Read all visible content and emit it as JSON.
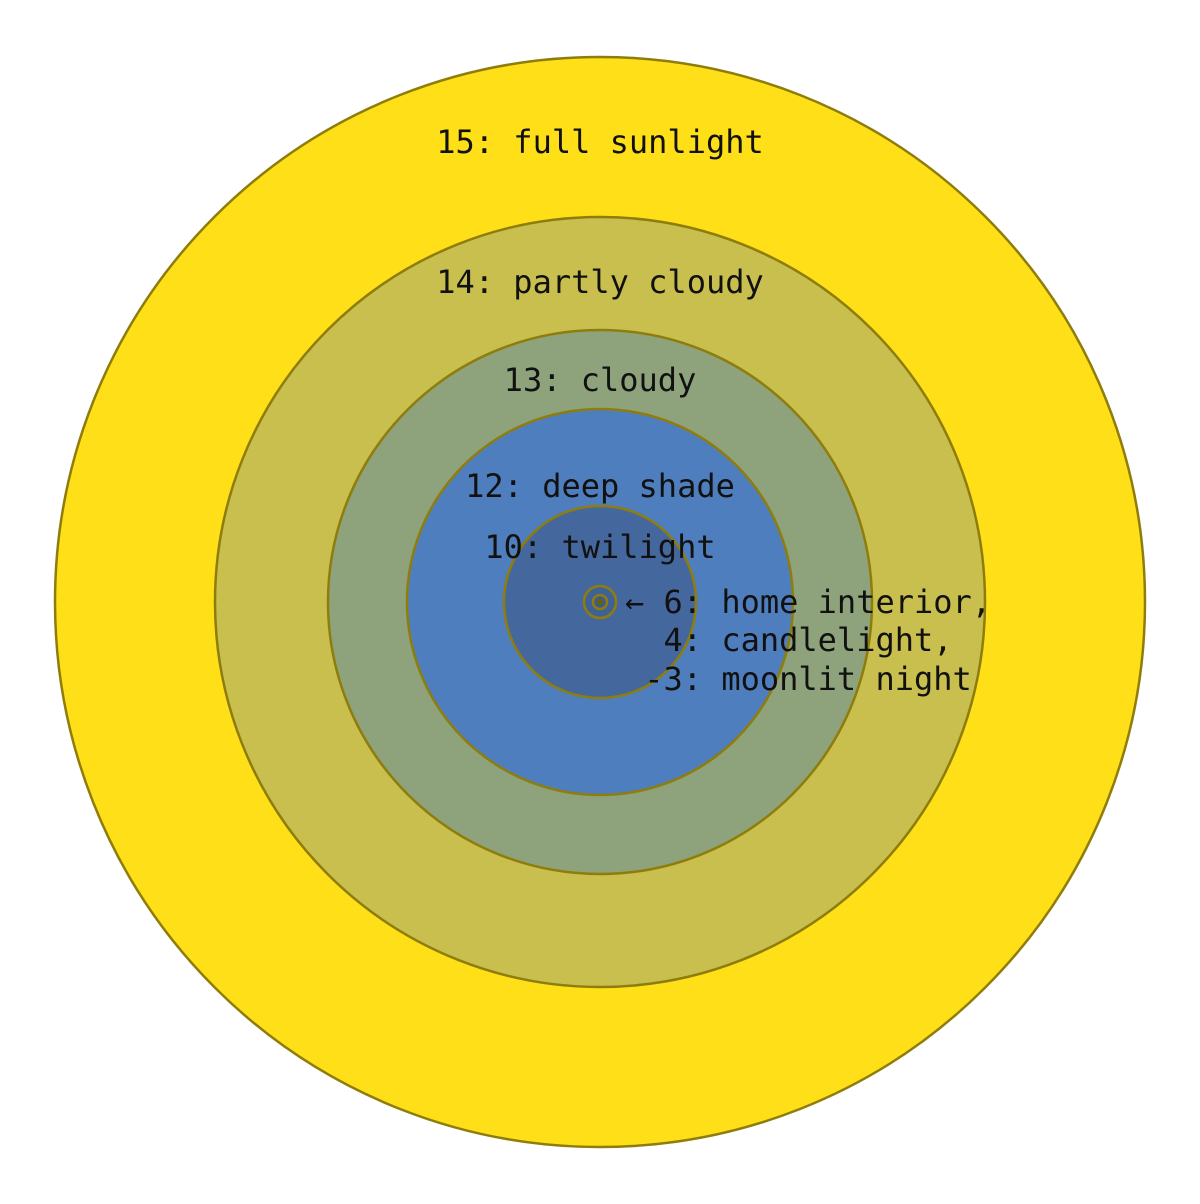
{
  "diagram": {
    "title_semantic": "light-levels-ev-concentric-circles",
    "background": "#ffffff",
    "stroke_color": "#8F7D0B",
    "text_color": "#111111",
    "rings": [
      {
        "ev": 15,
        "label": "15: full sunlight",
        "radius": 545,
        "fill": "#FFDF17"
      },
      {
        "ev": 14,
        "label": "14: partly cloudy",
        "radius": 385,
        "fill": "#C8BF4E"
      },
      {
        "ev": 13,
        "label": "13: cloudy",
        "radius": 272,
        "fill": "#8EA37B"
      },
      {
        "ev": 12,
        "label": "12: deep shade",
        "radius": 193,
        "fill": "#4E7EBD"
      },
      {
        "ev": 10,
        "label": "10: twilight",
        "radius": 96,
        "fill": "#44689E"
      }
    ],
    "center_rings": [
      {
        "ev": 6,
        "radius": 16,
        "fill": "#3E6296"
      },
      {
        "ev": 4,
        "radius": 7,
        "fill": "#3A5C90"
      }
    ],
    "center_dot": {
      "ev": -3,
      "radius": 3,
      "fill": "#6E5D05"
    },
    "annotation": {
      "arrow": "←",
      "lines": [
        "← 6: home interior,",
        "  4: candlelight,",
        " -3: moonlit night"
      ]
    }
  }
}
